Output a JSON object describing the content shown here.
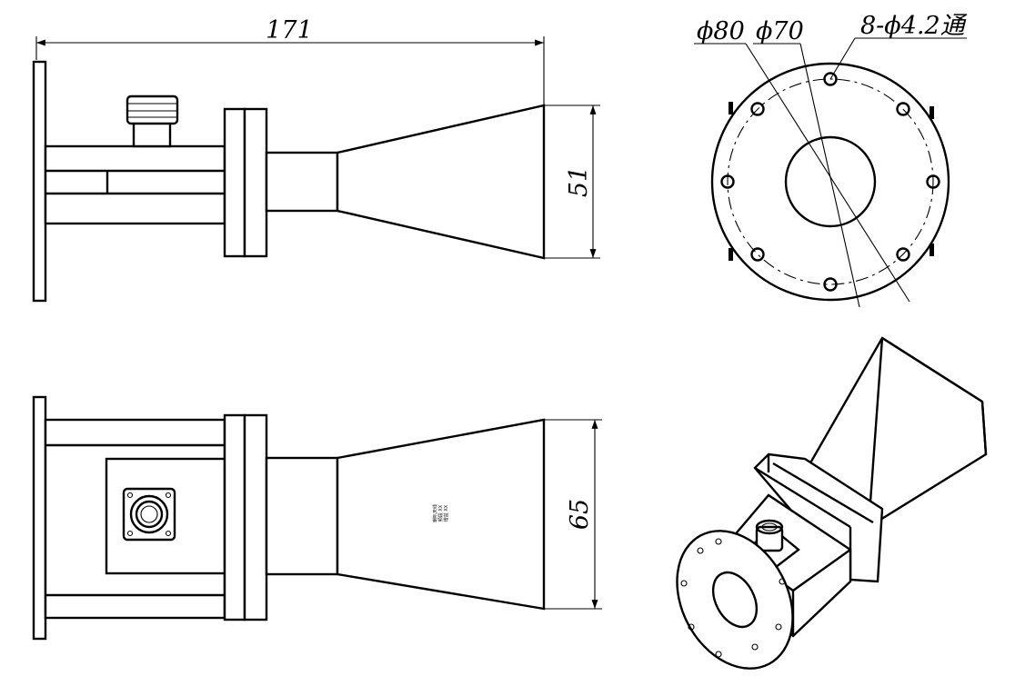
{
  "dimensions": {
    "total_length": "171",
    "aperture_height_side": "51",
    "aperture_height_top": "65",
    "outer_diameter": "ϕ80",
    "bolt_circle": "ϕ70",
    "holes": "8-ϕ4.2通"
  },
  "engraving": {
    "line1": "喇叭天线",
    "line2": "频段 XX",
    "line3": "增益 XX"
  }
}
